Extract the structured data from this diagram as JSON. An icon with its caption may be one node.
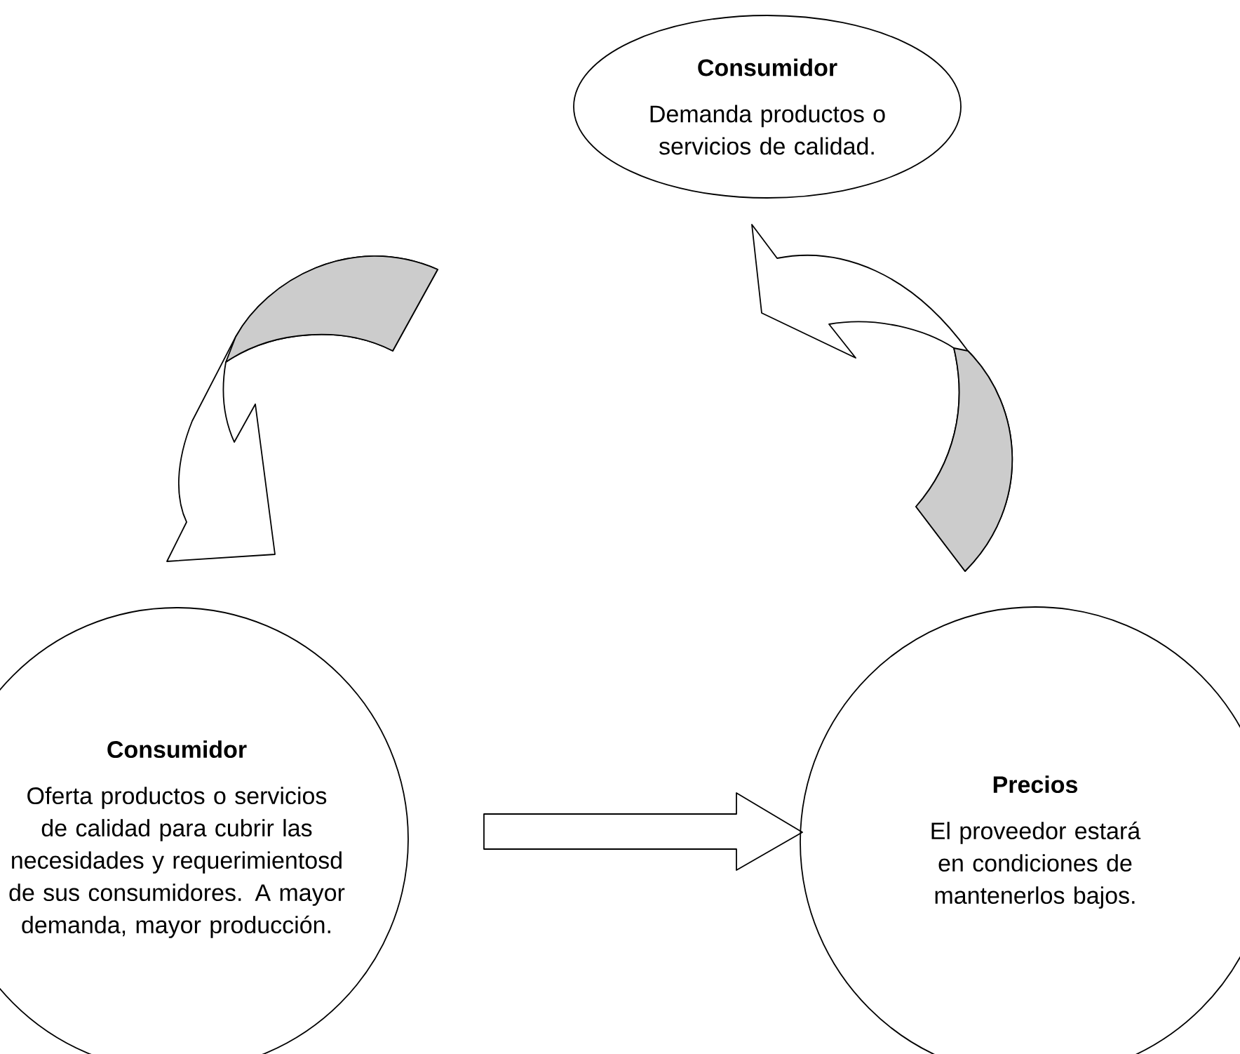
{
  "diagram": {
    "nodes": [
      {
        "text": [
          "Consumidor",
          "Demanda productos o servicios de calidad."
        ]
      },
      {
        "text": [
          "Consumidor",
          "Oferta productos o servicios de calidad para cubrir las necesidades y requerimientosd de sus consumidores. A mayor demanda, mayor producción."
        ]
      },
      {
        "text": [
          "Precios",
          "El proveedor estará en condiciones de mantenerlos bajos."
        ]
      }
    ],
    "edges": [
      {
        "from": 0,
        "to": 1,
        "arrow": "to"
      },
      {
        "from": 2,
        "to": 0,
        "arrow": "to"
      },
      {
        "from": 1,
        "to": 2,
        "arrow": "to"
      }
    ]
  }
}
